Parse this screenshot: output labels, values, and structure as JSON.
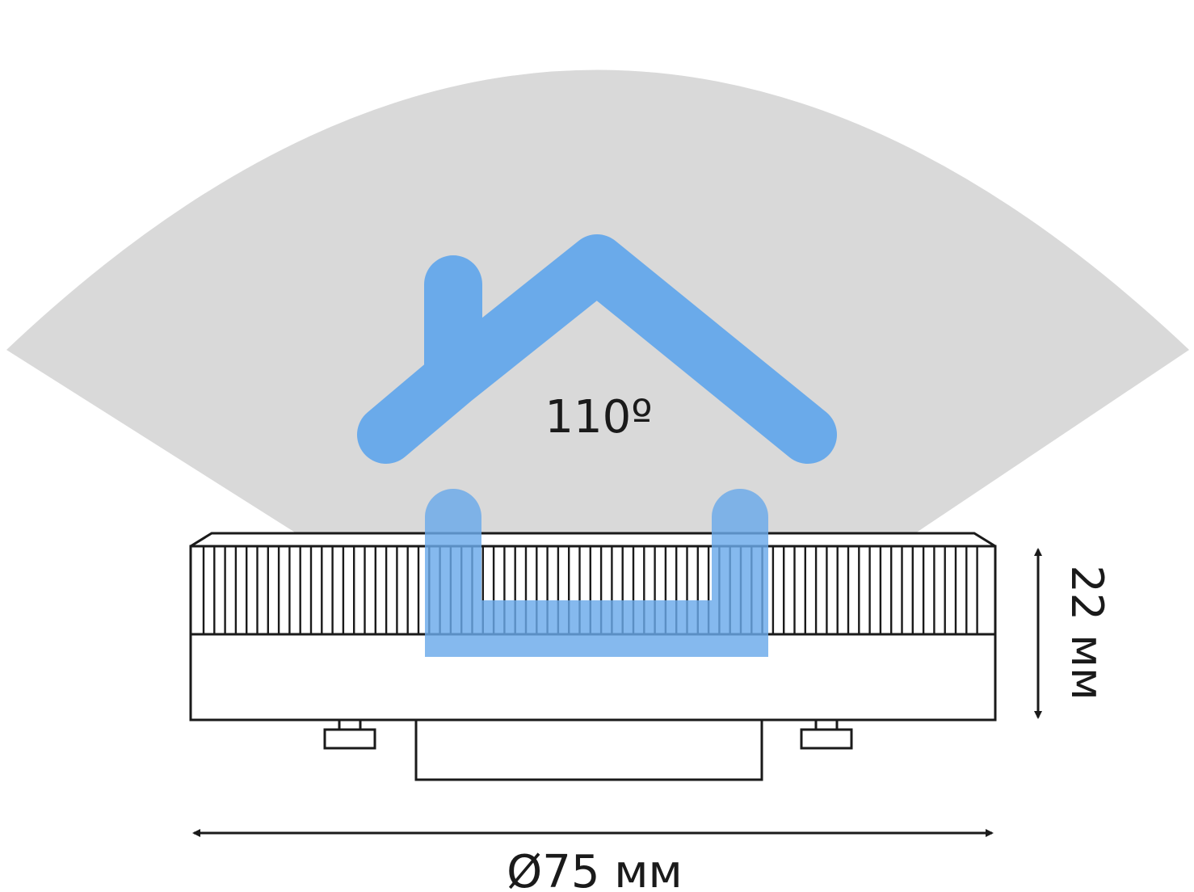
{
  "beam_angle": "110º",
  "dimensions": {
    "height": "22 мм",
    "diameter": "Ø75 мм"
  },
  "colors": {
    "beam_cone": "#d9d9d9",
    "house_icon": "#6aaaea",
    "outline": "#1a1a1a"
  },
  "icons": {
    "house": "house-icon"
  }
}
